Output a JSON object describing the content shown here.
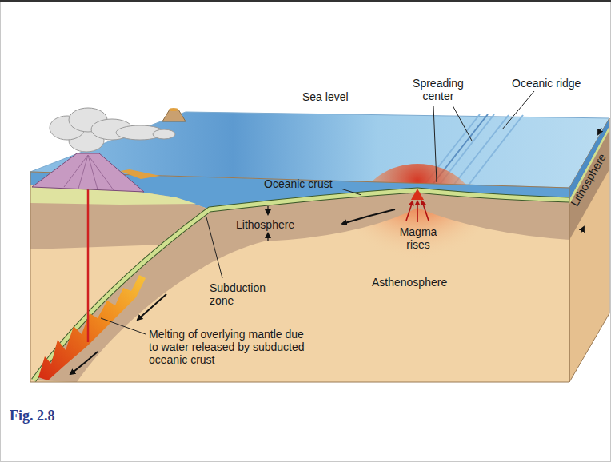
{
  "diagram": {
    "caption": "Fig. 2.8",
    "labels": [
      "Sea level",
      "Spreading center",
      "Oceanic ridge",
      "Oceanic crust",
      "Lithosphere",
      "Magma rises",
      "Asthenosphere",
      "Subduction zone",
      "Melting of overlying mantle due to water released by subducted oceanic crust",
      "Lithosphere"
    ]
  }
}
